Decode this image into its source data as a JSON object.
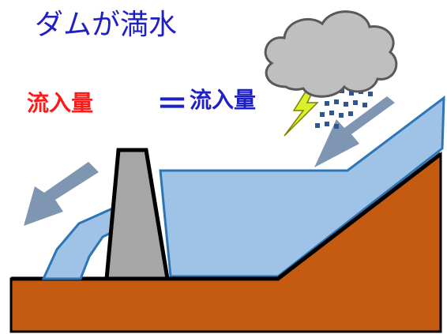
{
  "title": "ダムが満水",
  "equation": {
    "left_label": "流入量",
    "operator": "＝",
    "right_label": "流入量"
  },
  "colors": {
    "title": "#1f1fc7",
    "left_label": "#ff1a1a",
    "operator": "#1f1fc7",
    "right_label": "#1f1fc7",
    "water": "#9fc3e7",
    "ground": "#c55a11",
    "dam": "#a6a6a6",
    "cloud": "#bfbfbf",
    "lightning": "#d9f02a",
    "rain": "#2f5597",
    "arrow": "#7f96b2"
  }
}
